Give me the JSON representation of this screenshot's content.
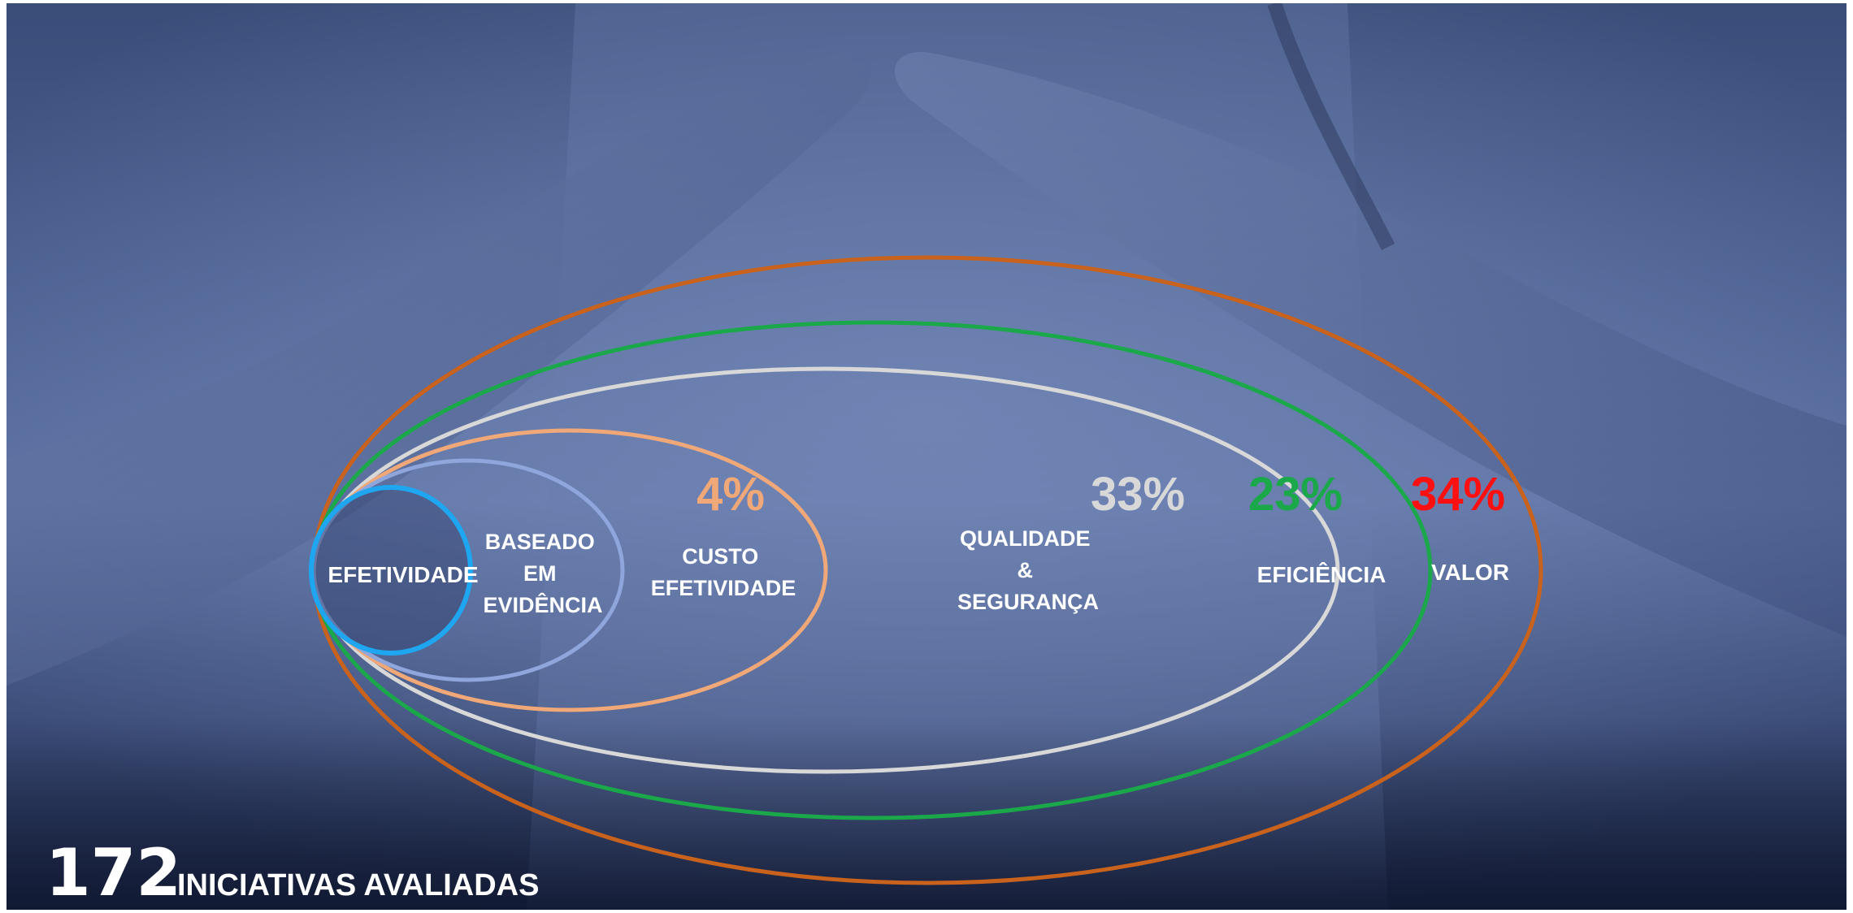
{
  "diagram": {
    "levels": [
      {
        "label": "EFETIVIDADE",
        "percent": "",
        "color": "#1ea7f0"
      },
      {
        "label": "BASEADO\nEM\nEVIDÊNCIA",
        "percent": "",
        "color": "#8ea6dc"
      },
      {
        "label": "CUSTO\nEFETIVIDADE",
        "percent": "4%",
        "color": "#f0a878"
      },
      {
        "label": "QUALIDADE\n&\nSEGURANÇA",
        "percent": "33%",
        "color": "#d8d8d8"
      },
      {
        "label": "EFICIÊNCIA",
        "percent": "23%",
        "color": "#1aa84a"
      },
      {
        "label": "VALOR",
        "percent": "34%",
        "color": "#ff1010"
      }
    ],
    "outer_ring_color": "#c8621c"
  },
  "footer": {
    "count": "172",
    "text": "INICIATIVAS AVALIADAS"
  },
  "background": {
    "description_icon": "hands-roof-photo"
  }
}
